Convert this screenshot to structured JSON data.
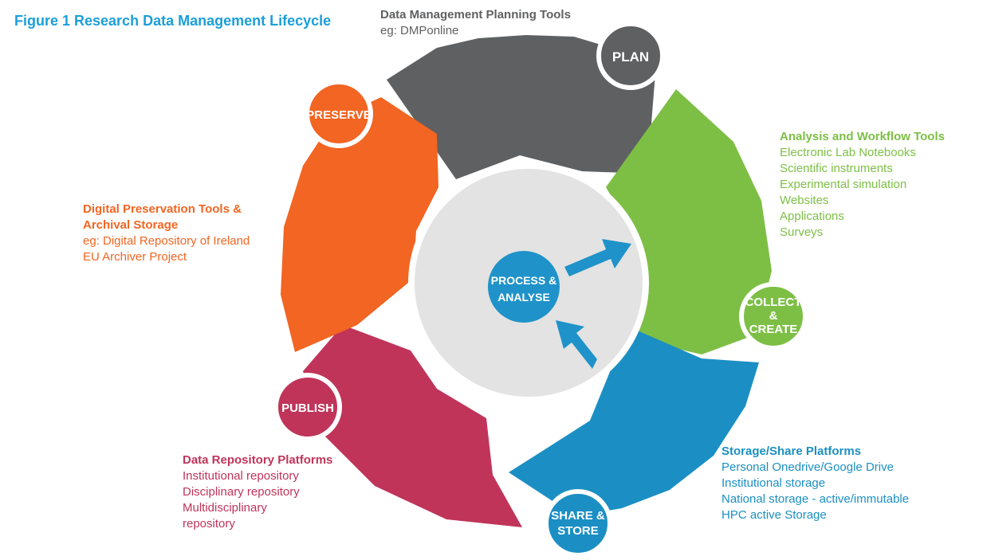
{
  "title": "Figure 1 Research Data Management Lifecycle",
  "colors": {
    "title": "#1b9fd8",
    "plan": "#5f6062",
    "collect": "#7dbf45",
    "share": "#1b8fc3",
    "publish": "#c0345a",
    "preserve": "#f26522",
    "center_disc": "#e3e3e3",
    "process": "#1f93c9"
  },
  "stages": {
    "plan": {
      "label": "PLAN"
    },
    "collect": {
      "lines": [
        "COLLECT",
        "&",
        "CREATE"
      ]
    },
    "share": {
      "lines": [
        "SHARE &",
        "STORE"
      ]
    },
    "publish": {
      "label": "PUBLISH"
    },
    "preserve": {
      "label": "PRESERVE"
    },
    "process": {
      "lines": [
        "PROCESS &",
        "ANALYSE"
      ]
    }
  },
  "text_blocks": {
    "plan": {
      "heading": "Data Management Planning Tools",
      "items": [
        "eg: DMPonline"
      ]
    },
    "collect": {
      "heading": "Analysis and Workflow Tools",
      "items": [
        "Electronic Lab Notebooks",
        "Scientific instruments",
        "Experimental simulation",
        "Websites",
        "Applications",
        "Surveys"
      ]
    },
    "share": {
      "heading": "Storage/Share Platforms",
      "items": [
        "Personal Onedrive/Google Drive",
        "Institutional storage",
        "National storage - active/immutable",
        "HPC active Storage"
      ]
    },
    "publish": {
      "heading": "Data Repository Platforms",
      "items": [
        "Institutional repository",
        "Disciplinary repository",
        "Multidisciplinary",
        "repository"
      ]
    },
    "preserve": {
      "heading": [
        "Digital Preservation Tools &",
        "Archival Storage"
      ],
      "items": [
        "eg: Digital Repository of Ireland",
        "EU Archiver Project"
      ]
    }
  }
}
